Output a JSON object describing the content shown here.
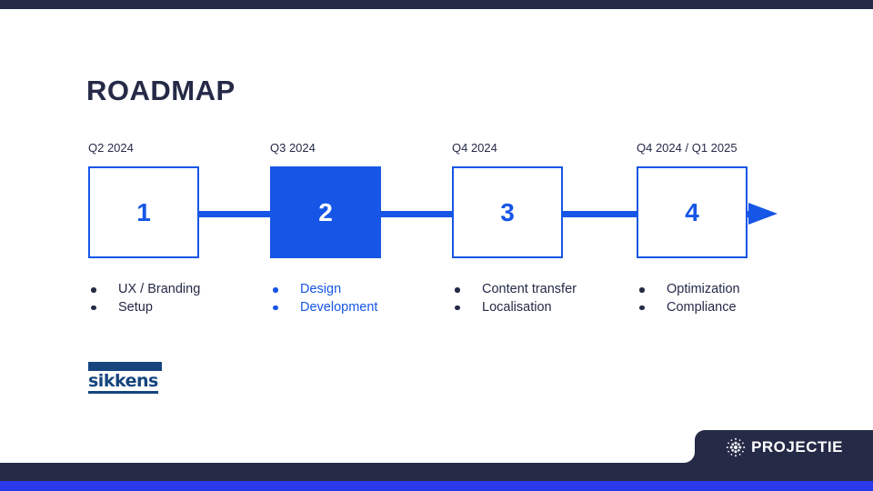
{
  "slide": {
    "title": "ROADMAP"
  },
  "colors": {
    "navy": "#252A47",
    "accent_blue": "#1656E6",
    "bottom_strip_blue": "#2A3AEB",
    "client_logo_blue": "#16457E"
  },
  "timeline": {
    "steps": [
      {
        "period": "Q2 2024",
        "number": "1",
        "highlighted": false,
        "items": [
          "UX / Branding",
          "Setup"
        ]
      },
      {
        "period": "Q3 2024",
        "number": "2",
        "highlighted": true,
        "items": [
          "Design",
          "Development"
        ]
      },
      {
        "period": "Q4 2024",
        "number": "3",
        "highlighted": false,
        "items": [
          "Content transfer",
          "Localisation"
        ]
      },
      {
        "period": "Q4 2024 / Q1 2025",
        "number": "4",
        "highlighted": false,
        "items": [
          "Optimization",
          "Compliance"
        ]
      }
    ]
  },
  "footer": {
    "client_logo": "sikkens",
    "brand_logo": "PROJECTIE",
    "brand_icon": "dotted-globe-icon"
  }
}
